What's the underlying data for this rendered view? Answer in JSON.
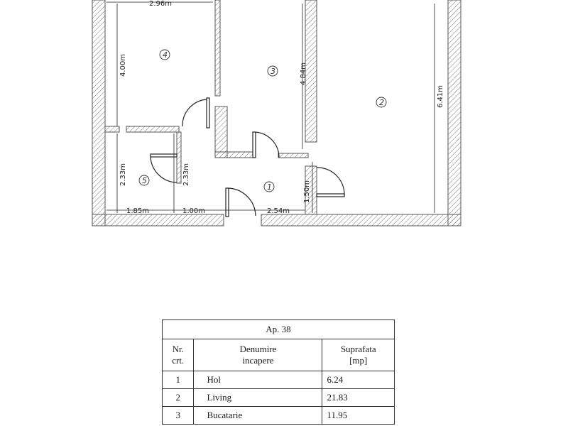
{
  "plan": {
    "dimensions": {
      "room4_width": "2.96m",
      "room4_height": "4.00m",
      "room3_height": "4.84m",
      "room2_height": "6.41m",
      "room5_height_left": "2.33m",
      "room5_height_right": "2.33m",
      "hall_height": "1.50m",
      "bottom_1": "1.85m",
      "bottom_2": "1.00m",
      "bottom_3": "2.54m"
    },
    "rooms": {
      "r1": "1",
      "r2": "2",
      "r3": "3",
      "r4": "4",
      "r5": "5"
    }
  },
  "table": {
    "title": "Ap. 38",
    "headers": {
      "nr": "Nr.\ncrt.",
      "name": "Denumire\nincapere",
      "area": "Suprafata\n[mp]"
    },
    "rows": [
      {
        "nr": "1",
        "name": "Hol",
        "area": "6.24"
      },
      {
        "nr": "2",
        "name": "Living",
        "area": "21.83"
      },
      {
        "nr": "3",
        "name": "Bucatarie",
        "area": "11.95"
      }
    ]
  }
}
